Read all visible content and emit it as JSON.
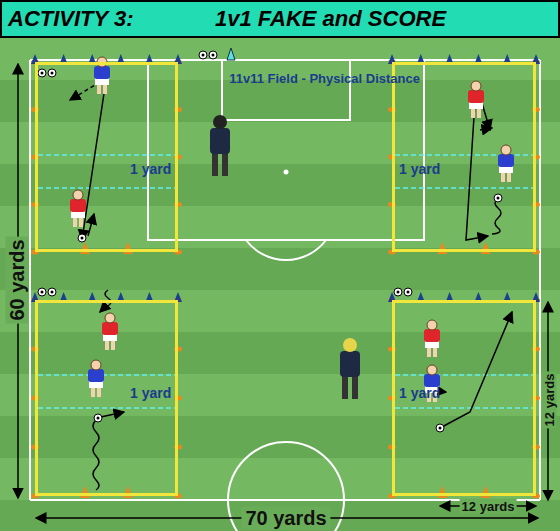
{
  "diagram": {
    "title": "1v1 FAKE and SCORE",
    "nodes": [
      {
        "text": [
          "1 yard"
        ]
      },
      {
        "text": [
          "1 yard"
        ]
      },
      {
        "text": [
          "1 yard"
        ]
      },
      {
        "text": [
          "1 yard"
        ]
      }
    ],
    "labels": [
      "ACTIVITY 3:",
      "11v11 Field - Physical Distance",
      "60 yards",
      "12 yards",
      "12 yards",
      "70 yards"
    ]
  }
}
